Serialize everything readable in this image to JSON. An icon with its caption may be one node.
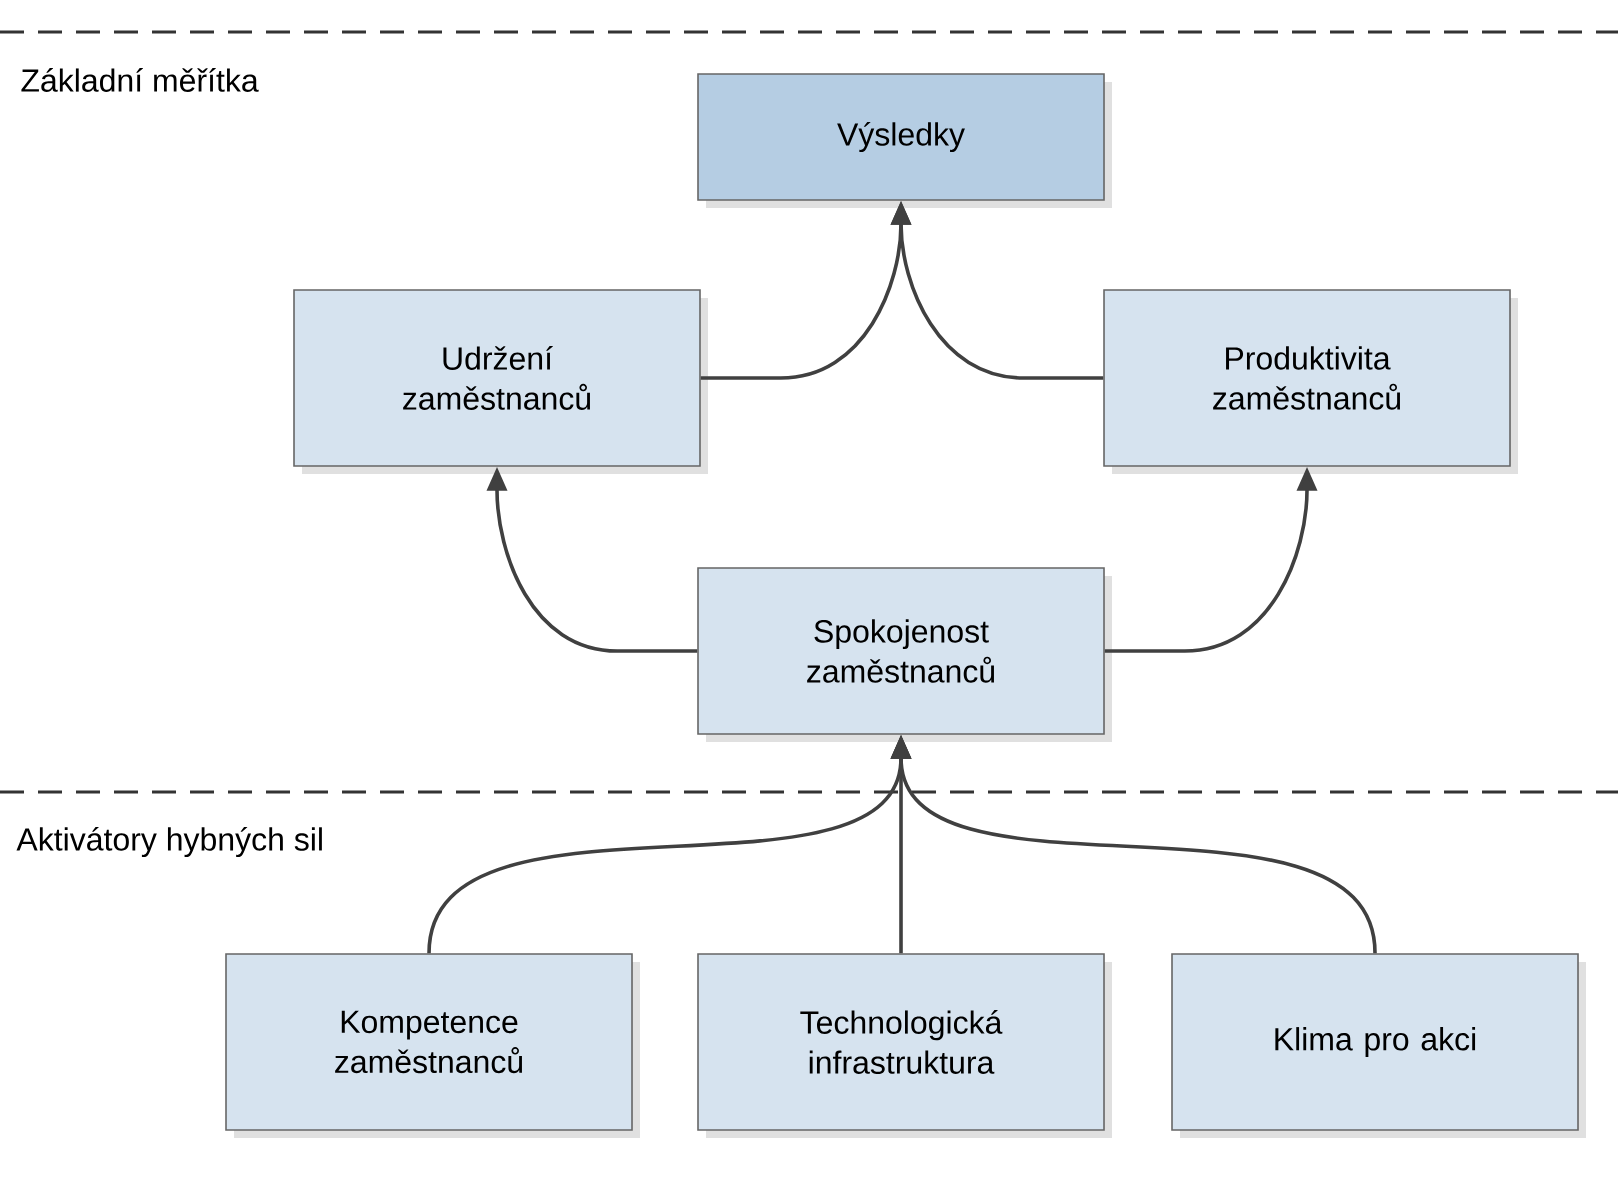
{
  "diagram": {
    "nodes": [
      {
        "text": [
          "Výsledky"
        ]
      },
      {
        "text": [
          "Udržení zaměstnanců"
        ]
      },
      {
        "text": [
          "Produktivita zaměstnanců"
        ]
      },
      {
        "text": [
          "Spokojenost zaměstnanců"
        ]
      },
      {
        "text": [
          "Kompetence zaměstnanců"
        ]
      },
      {
        "text": [
          "Technologická infrastruktura"
        ]
      },
      {
        "text": [
          "Klima pro akci"
        ]
      }
    ],
    "edges": [
      {
        "from": 1,
        "to": 0,
        "arrow": "to"
      },
      {
        "from": 2,
        "to": 0,
        "arrow": "to"
      },
      {
        "from": 3,
        "to": 1,
        "arrow": "to"
      },
      {
        "from": 3,
        "to": 2,
        "arrow": "to"
      },
      {
        "from": 4,
        "to": 3,
        "arrow": "to"
      },
      {
        "from": 5,
        "to": 3,
        "arrow": "to"
      },
      {
        "from": 6,
        "to": 3,
        "arrow": "to"
      }
    ],
    "labels": [
      "Základní měřítka",
      "Aktivátory hybných sil"
    ]
  }
}
